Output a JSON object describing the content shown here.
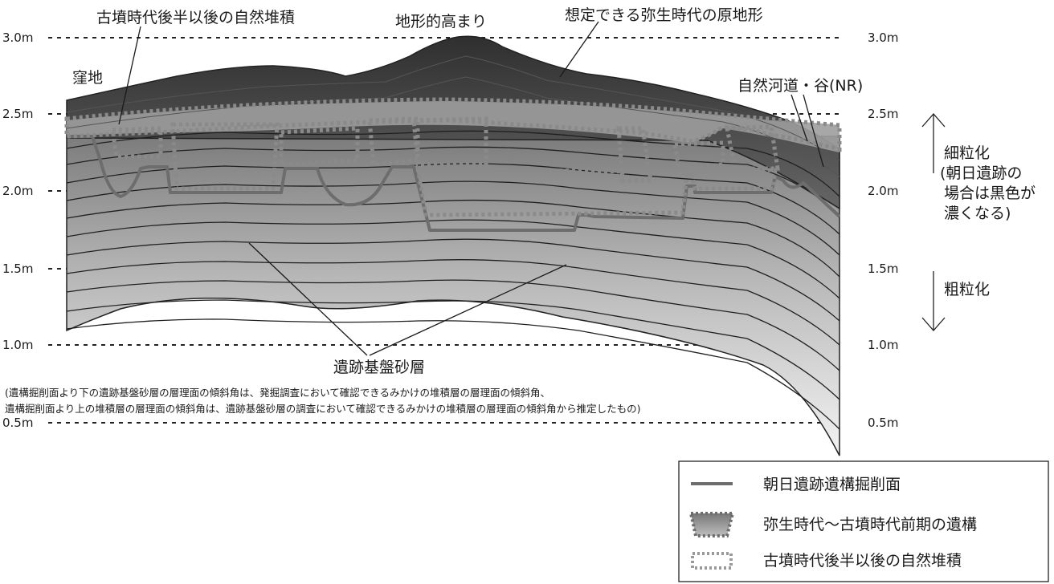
{
  "axis_labels": {
    "left": [
      "3.0m",
      "2.5m",
      "2.0m",
      "1.5m",
      "1.0m",
      "0.5m"
    ],
    "right": [
      "3.0m",
      "2.5m",
      "2.0m",
      "1.5m",
      "1.0m",
      "0.5m"
    ]
  },
  "labels": {
    "natural_deposit_top": "古墳時代後半以後の自然堆積",
    "topographic_high": "地形的高まり",
    "assumed_yayoi_landform": "想定できる弥生時代の原地形",
    "depression": "窪地",
    "natural_channel": "自然河道・谷(NR)",
    "site_base_sand": "遺跡基盤砂層"
  },
  "note": {
    "line1": "(遺構掘削面より下の遺跡基盤砂層の層理面の傾斜角は、発掘調査において確認できるみかけの堆積層の層理面の傾斜角、",
    "line2": "遺構掘削面より上の堆積層の層理面の傾斜角は、遺跡基盤砂層の調査において確認できるみかけの堆積層の層理面の傾斜角から推定したもの)"
  },
  "grain_scale": {
    "fine": {
      "line1": "細粒化",
      "line2": "(朝日遺跡の",
      "line3": "場合は黒色が",
      "line4": "濃くなる)"
    },
    "coarse": "粗粒化"
  },
  "legend": {
    "items": [
      {
        "label": "朝日遺跡遺構掘削面",
        "icon": "excavation-surface-line"
      },
      {
        "label": "弥生時代〜古墳時代前期の遺構",
        "icon": "feature-filled-dotted"
      },
      {
        "label": "古墳時代後半以後の自然堆積",
        "icon": "deposit-dotted-outline"
      }
    ]
  },
  "colors": {
    "dark_top": "#3a3a3a",
    "mid_gray": "#8f8f8f",
    "light_bottom": "#f2f2f2",
    "dotted_outline": "#9a9a9a",
    "excavation_line": "#7a7a7a"
  }
}
